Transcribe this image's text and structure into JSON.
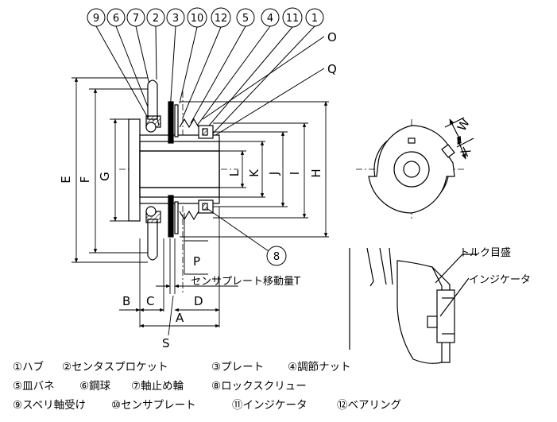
{
  "callouts": [
    "9",
    "6",
    "7",
    "2",
    "3",
    "10",
    "12",
    "5",
    "4",
    "11",
    "1"
  ],
  "callout_8": "8",
  "dims": {
    "E": "E",
    "F": "F",
    "G": "G",
    "H": "H",
    "I": "I",
    "J": "J",
    "K": "K",
    "L": "L",
    "O": "O",
    "Q": "Q",
    "P": "P",
    "W": "W",
    "X": "X",
    "A": "A",
    "B": "B",
    "C": "C",
    "D": "D",
    "S": "S"
  },
  "labels": {
    "center_plate_travel": "センサプレート移動量T",
    "torque_mark": "トルク目盛",
    "indicator": "インジケータ"
  },
  "legend": [
    [
      "①ハブ",
      "②センタスプロケット",
      "③プレート",
      "④調節ナット"
    ],
    [
      "⑤皿バネ",
      "⑥鋼球",
      "⑦軸止め輪",
      "⑧ロックスクリュー"
    ],
    [
      "⑨スベリ軸受け",
      "⑩センサプレート",
      "⑪インジケータ",
      "⑫ベアリング"
    ]
  ]
}
